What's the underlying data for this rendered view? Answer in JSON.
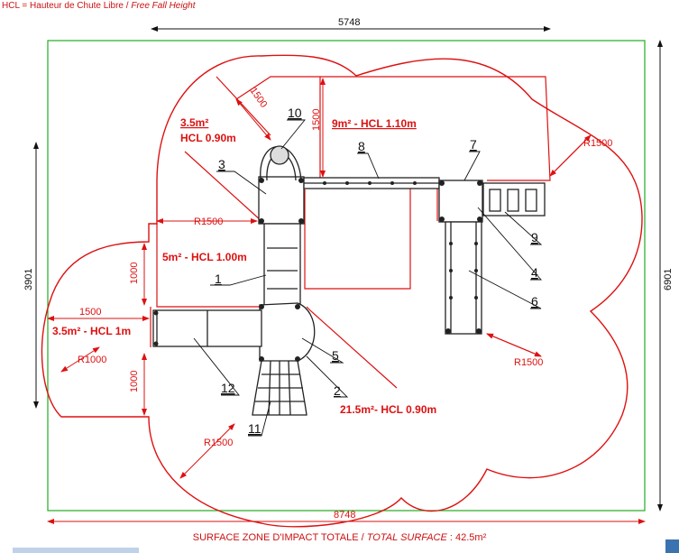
{
  "legend": {
    "fr": "HCL = Hauteur de Chute Libre",
    "sep": " / ",
    "en": "Free Fall Height"
  },
  "dimensions": {
    "top_width": "5748",
    "left_height": "3901",
    "right_height": "6901",
    "bottom_width": "8748",
    "left_arm": "1500",
    "radius_1500": "R1500",
    "radius_1000": "R1000",
    "small_1000": "1000",
    "diag_1500": "1500",
    "vert_1500": "1500"
  },
  "zones": {
    "z1": "3.5m²",
    "z1b": "HCL 0.90m",
    "z2": "9m² - HCL 1.10m",
    "z3": "5m² - HCL 1.00m",
    "z4": "3.5m² - HCL 1m",
    "z5": "21.5m²- HCL 0.90m"
  },
  "parts": [
    "1",
    "2",
    "3",
    "4",
    "5",
    "6",
    "7",
    "8",
    "9",
    "10",
    "11",
    "12"
  ],
  "caption": {
    "fr": "SURFACE ZONE D'IMPACT TOTALE / ",
    "en": "TOTAL SURFACE",
    "value": " : 42.5m²"
  },
  "colors": {
    "impact_zone": "#dd1111",
    "bounding_box": "#22aa22",
    "structure": "#222222",
    "dimension": "#111111"
  }
}
